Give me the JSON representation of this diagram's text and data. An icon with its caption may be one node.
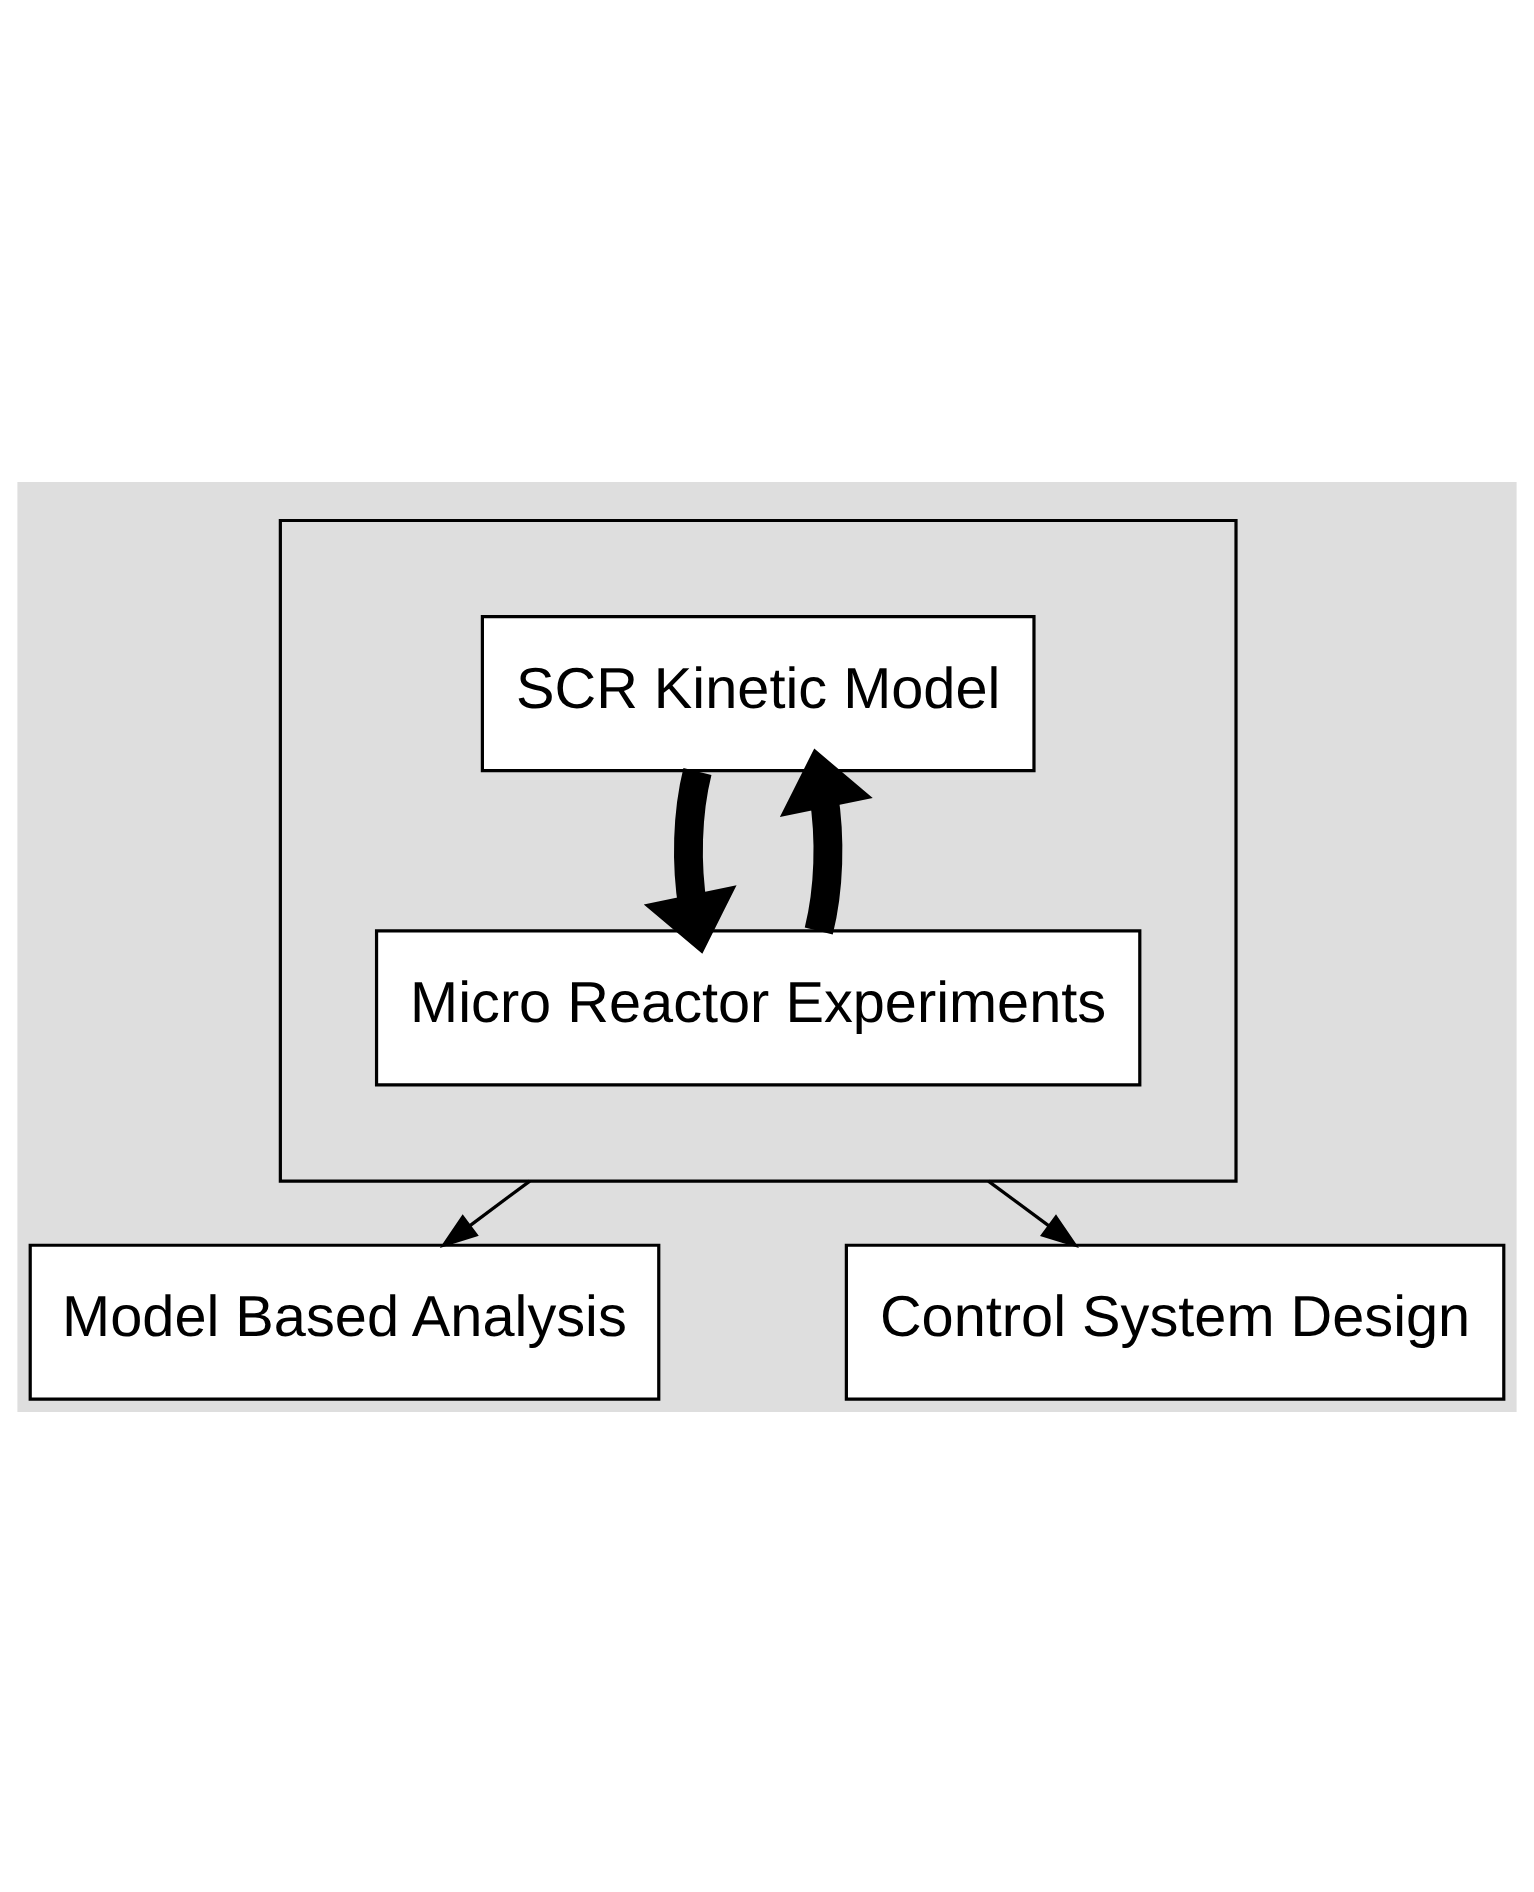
{
  "diagram": {
    "nodes": [
      {
        "text": [],
        "shape": "box"
      },
      {
        "text": [
          "SCR Kinetic Model"
        ],
        "in": 0
      },
      {
        "text": [
          "Micro Reactor Experiments"
        ],
        "in": 0
      },
      {
        "text": [
          "Model Based Analysis"
        ]
      },
      {
        "text": [
          "Control System Design"
        ]
      }
    ],
    "edges": [
      {
        "from": 2,
        "to": 1,
        "arrow": "to",
        "style": "thick"
      },
      {
        "from": 1,
        "to": 2,
        "arrow": "to",
        "style": "thick"
      },
      {
        "from": 0,
        "to": 3,
        "arrow": "to"
      },
      {
        "from": 0,
        "to": 4,
        "arrow": "to"
      }
    ]
  }
}
